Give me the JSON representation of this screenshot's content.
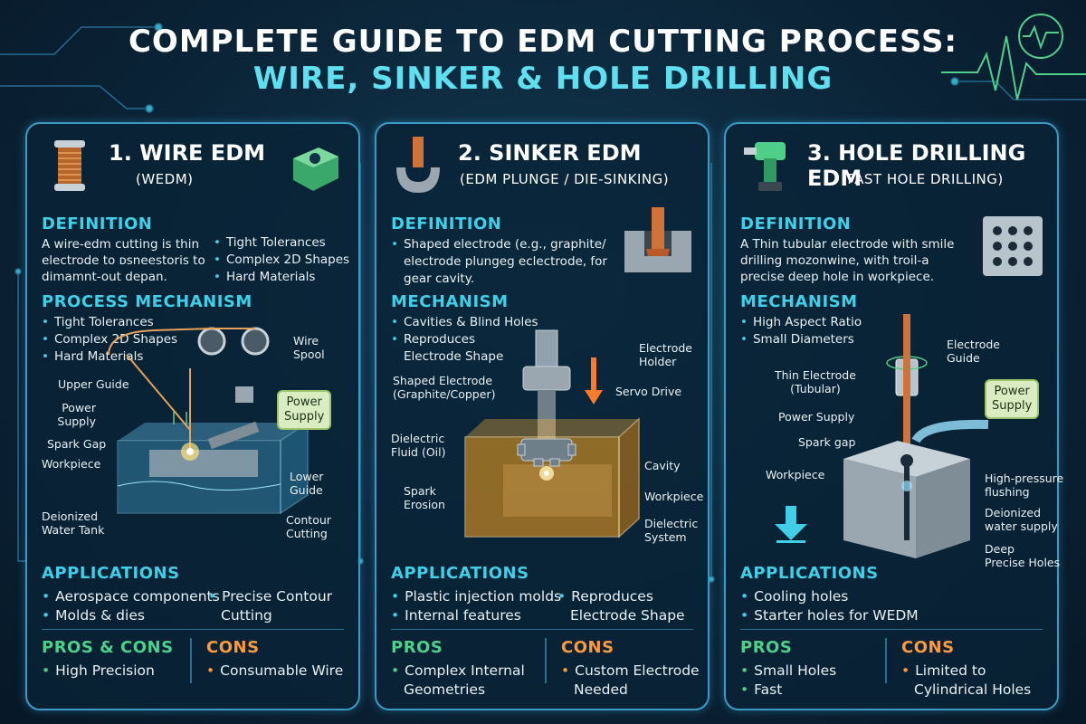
{
  "title": {
    "line1": "COMPLETE GUIDE TO EDM CUTTING PROCESS:",
    "line2": "WIRE, SINKER & HOLE DRILLING"
  },
  "colors": {
    "accent": "#3fd0e8",
    "green": "#4ed08a",
    "orange": "#ff9a3c",
    "panel_border": "#3b9bc4"
  },
  "panels": [
    {
      "title": "1. WIRE EDM",
      "subtitle": "(WEDM)",
      "icon": "wire-spool-icon",
      "definition_heading": "DEFINITION",
      "definition_text": [
        "A wire-edm cutting is thin",
        "electrode to ᴅsneestoris to",
        "dimamnt-out depan."
      ],
      "definition_bullets": [
        "Tight Tolerances",
        "Complex 2D Shapes",
        "Hard Materials"
      ],
      "mechanism_heading": "PROCESS MECHANISM",
      "mechanism_bullets": [
        "Tight Tolerances",
        "Complex 2D Shapes",
        "Hard Materials"
      ],
      "labels": {
        "wire_spool": [
          "Wire",
          "Spool"
        ],
        "upper_guide": "Upper Guide",
        "power_supply_lbl": [
          "Power",
          "Supply"
        ],
        "power_supply_box": [
          "Power",
          "Supply"
        ],
        "spark_gap": "Spark Gap",
        "workpiece": "Workpiece",
        "lower_guide": [
          "Lower",
          "Guide"
        ],
        "deionized": [
          "Deionized",
          "Water Tank"
        ],
        "contour": [
          "Contour",
          "Cutting"
        ]
      },
      "applications_heading": "APPLICATIONS",
      "applications_left": [
        "Aerospace components",
        "Molds & dies"
      ],
      "applications_right": [
        "Precise Contour",
        "Cutting"
      ],
      "pros_heading": "PROS & CONS",
      "pros": [
        "High Precision"
      ],
      "cons_heading": "CONS",
      "cons": [
        "Consumable Wire"
      ]
    },
    {
      "title": "2. SINKER EDM",
      "subtitle": "(EDM PLUNGE / DIE-SINKING)",
      "icon": "electrode-plunge-icon",
      "definition_heading": "DEFINITION",
      "definition_text": [
        "Shaped electrode (e.g., graphite/",
        "electrode plungeg eclectrode, for",
        "gear cavity."
      ],
      "mechanism_heading": "MECHANISM",
      "mechanism_bullets": [
        "Cavities & Blind Holes",
        "Reproduces",
        "Electrode Shape"
      ],
      "labels": {
        "electrode_holder": [
          "Electrode",
          "Holder"
        ],
        "shaped_electrode": [
          "Shaped Electrode",
          "(Graphite/Copper)"
        ],
        "servo": "Servo Drive",
        "dielectric_fluid": [
          "Dielectric",
          "Fluid (Oil)"
        ],
        "cavity": "Cavity",
        "spark_erosion": [
          "Spark",
          "Erosion"
        ],
        "workpiece": "Workpiece",
        "dielectric_system": [
          "Dielectric",
          "System"
        ]
      },
      "applications_heading": "APPLICATIONS",
      "applications_left": [
        "Plastic injection molds",
        "Internal features"
      ],
      "applications_right": [
        "Reproduces",
        "Electrode Shape"
      ],
      "pros_heading": "PROS",
      "pros": [
        "Complex Internal",
        "Geometries"
      ],
      "cons_heading": "CONS",
      "cons": [
        "Custom Electrode",
        "Needed"
      ]
    },
    {
      "title": "3. HOLE DRILLING EDM",
      "subtitle": "(FAST HOLE DRILLING)",
      "icon": "drill-icon",
      "definition_heading": "DEFINITION",
      "definition_text": [
        "A Thin tubular electrode with smile",
        "drilling mozonwine, with troil-a",
        "precise deep hole in workpiece."
      ],
      "mechanism_heading": "MECHANISM",
      "mechanism_bullets": [
        "High Aspect Ratio",
        "Small Diameters"
      ],
      "labels": {
        "electrode_guide": [
          "Electrode",
          "Guide"
        ],
        "thin_electrode": [
          "Thin Electrode",
          "(Tubular)"
        ],
        "power_supply_lbl": "Power Supply",
        "power_supply_box": [
          "Power",
          "Supply"
        ],
        "spark_gap": "Spark gap",
        "workpiece": "Workpiece",
        "flushing": [
          "High-pressure",
          "flushing"
        ],
        "deionized": [
          "Deionized",
          "water supply"
        ],
        "deep": [
          "Deep",
          "Precise Holes"
        ]
      },
      "applications_heading": "APPLICATIONS",
      "applications_left": [
        "Cooling holes",
        "Starter holes for WEDM"
      ],
      "pros_heading": "PROS",
      "pros": [
        "Small Holes",
        "Fast"
      ],
      "cons_heading": "CONS",
      "cons": [
        "Limited to",
        "Cylindrical Holes"
      ]
    }
  ]
}
